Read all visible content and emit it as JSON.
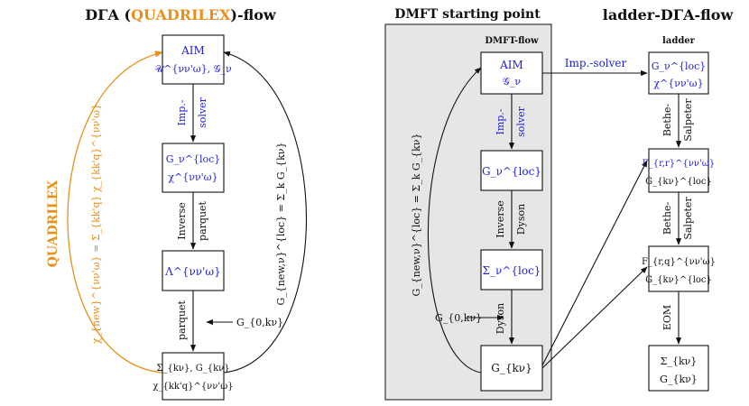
{
  "titles": {
    "left_prefix": "DΓA (",
    "left_highlight": "QUADRILEX",
    "left_suffix": ")-flow",
    "middle": "DMFT starting point",
    "right": "ladder-DΓA-flow"
  },
  "colors": {
    "blue": "#1f1fd6",
    "orange": "#e8901a",
    "panel_gray": "#e6e6e6"
  },
  "left_flow": {
    "box_aim": [
      "AIM",
      "𝒰^{νν'ω}, 𝒢_ν"
    ],
    "box_gloc": [
      "G_ν^{loc}",
      "χ^{νν'ω}"
    ],
    "box_lambda": [
      "Λ^{νν'ω}"
    ],
    "box_sigma": [
      "Σ_{kν}, G_{kν}",
      "χ_{kk'q}^{νν'ω}"
    ],
    "arrow_imp": [
      "Imp.-",
      "solver"
    ],
    "arrow_inverse": [
      "Inverse",
      "parquet"
    ],
    "arrow_parquet": "parquet",
    "g0_input": "G_{0,kν}",
    "gnew": "G_{new,ν}^{loc} = Σ_k G_{kν}",
    "quadrilex_label": "QUADRILEX",
    "chi_new": "χ_{new}^{νν'ω} = Σ_{kk'q} χ_{kk'q}^{νν'ω}"
  },
  "middle_flow": {
    "subtitle": "DMFT-flow",
    "box_aim": [
      "AIM",
      "𝒢_ν"
    ],
    "box_gloc": [
      "G_ν^{loc}"
    ],
    "box_sigma": [
      "Σ_ν^{loc}"
    ],
    "box_gk": [
      "G_{kν}"
    ],
    "arrow_imp": [
      "Imp.-",
      "solver"
    ],
    "arrow_inverse": [
      "Inverse",
      "Dyson"
    ],
    "arrow_dyson": "Dyson",
    "g0_input": "G_{0,kν}",
    "gnew": "G_{new,ν}^{loc} = Σ_k G_{kν}",
    "imp_solver_link": "Imp.-solver"
  },
  "right_flow": {
    "subtitle": "ladder",
    "box1": [
      "G_ν^{loc}",
      "χ^{νν'ω}"
    ],
    "box2": [
      "Γ_{r,r}^{νν'ω}",
      "G_{kν}^{loc}"
    ],
    "box3": [
      "F_{r,q}^{νν'ω}",
      "G_{kν}^{loc}"
    ],
    "box4": [
      "Σ_{kν}",
      "G_{kν}"
    ],
    "arrow1": [
      "Bethe-",
      "Salpeter"
    ],
    "arrow2": [
      "Bethe-",
      "Salpeter"
    ],
    "arrow3": "EOM"
  }
}
